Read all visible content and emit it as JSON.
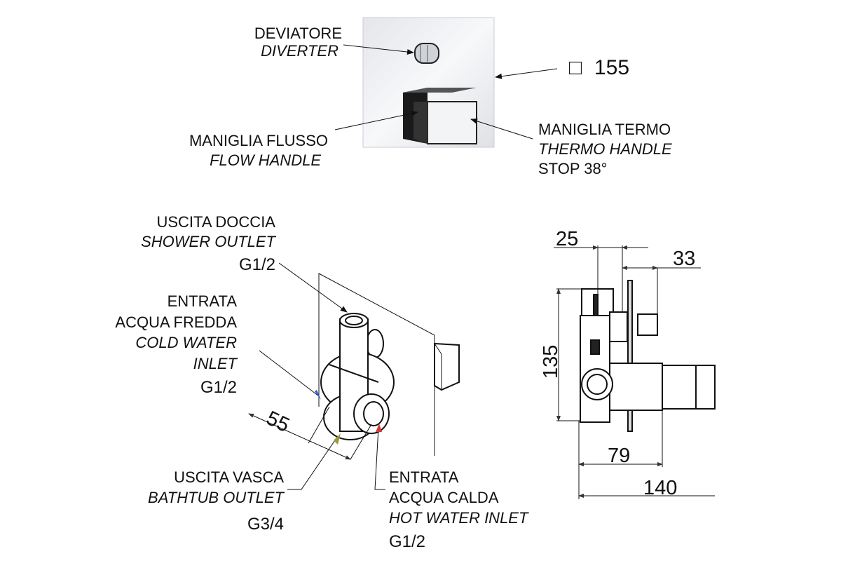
{
  "top": {
    "diverter": {
      "it": "DEVIATORE",
      "en": "DIVERTER"
    },
    "plate_size": {
      "symbol": "□",
      "value": "155"
    },
    "flow_handle": {
      "it": "MANIGLIA FLUSSO",
      "en": "FLOW HANDLE"
    },
    "thermo_handle": {
      "it": "MANIGLIA TERMO",
      "en": "THERMO HANDLE",
      "stop": "STOP 38°"
    }
  },
  "iso": {
    "shower_outlet": {
      "it": "USCITA DOCCIA",
      "en": "SHOWER OUTLET",
      "thread": "G1/2"
    },
    "cold_inlet": {
      "it1": "ENTRATA",
      "it2": "ACQUA FREDDA",
      "en1": "COLD WATER",
      "en2": "INLET",
      "thread": "G1/2"
    },
    "depth": "55",
    "bathtub_outlet": {
      "it": "USCITA VASCA",
      "en": "BATHTUB OUTLET",
      "thread": "G3/4"
    },
    "hot_inlet": {
      "it1": "ENTRATA",
      "it2": "ACQUA CALDA",
      "en": "HOT WATER INLET",
      "thread": "G1/2"
    },
    "colors": {
      "cold": "#2a5bd7",
      "hot": "#d23a3a",
      "bath": "#9a9a3a"
    }
  },
  "side": {
    "dims": {
      "d25": "25",
      "d33": "33",
      "d135": "135",
      "d79": "79",
      "d140": "140"
    }
  }
}
